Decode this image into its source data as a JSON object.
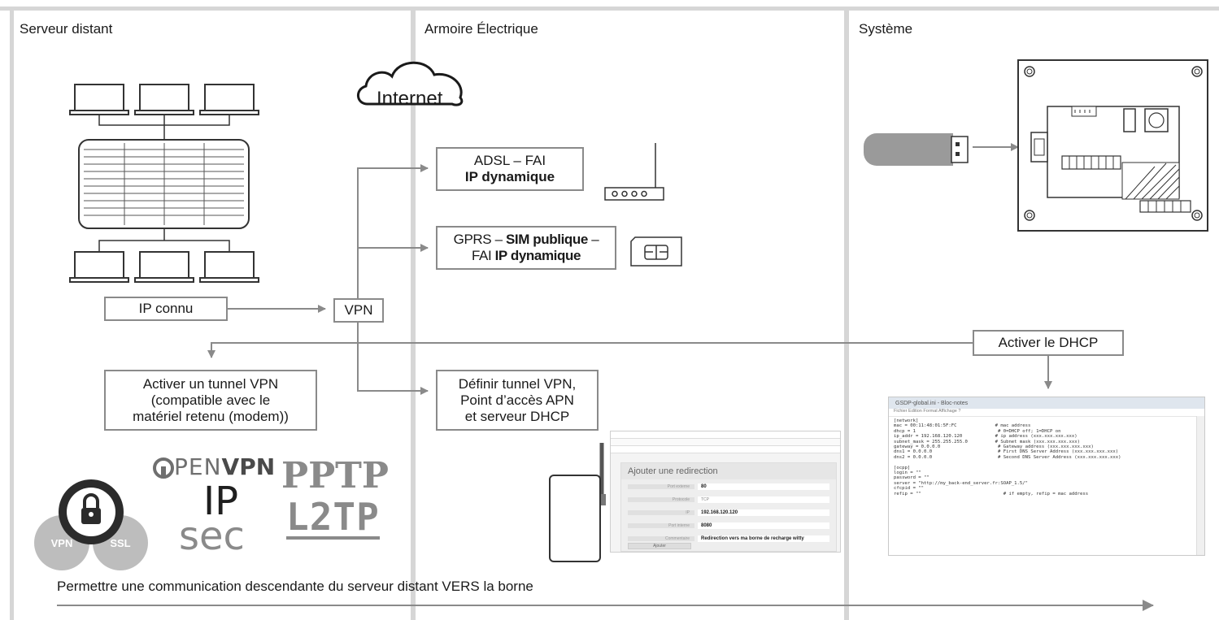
{
  "columns": {
    "left": "Serveur distant",
    "middle": "Armoire Électrique",
    "right": "Système"
  },
  "cloud_label": "Internet",
  "boxes": {
    "ip_connu": "IP connu",
    "vpn": "VPN",
    "adsl_line1": "ADSL – FAI",
    "adsl_line2": "IP dynamique",
    "gprs_a": "GPRS – ",
    "gprs_b": "SIM publique",
    "gprs_c": " –",
    "gprs_d": "FAI ",
    "gprs_e": "IP dynamique",
    "tunnel_line1": "Activer un tunnel VPN",
    "tunnel_line2": "(compatible avec le",
    "tunnel_line3": "matériel retenu (modem))",
    "define_line1": "Définir tunnel VPN,",
    "define_line2": "Point d’accès APN",
    "define_line3": "et serveur DHCP",
    "dhcp": "Activer le DHCP"
  },
  "logos": {
    "vpn": "VPN",
    "ssl": "SSL",
    "openvpn_a": "PEN",
    "openvpn_b": "VPN",
    "ip": "IP",
    "sec": "sec",
    "pptp": "PPTP",
    "l2tp": "L2TP"
  },
  "router_screen": {
    "title": "Ajouter une redirection",
    "rows": [
      {
        "label": "Port externe",
        "value": "80"
      },
      {
        "label": "Protocole",
        "value": "TCP"
      },
      {
        "label": "IP",
        "value": "192.168.120.120"
      },
      {
        "label": "Port interne",
        "value": "8080"
      },
      {
        "label": "Commentaire",
        "value": "Redirection vers ma borne de recharge witty"
      }
    ],
    "button": "Ajouter"
  },
  "notepad": {
    "title": "GSDP-global.ini - Bloc-notes",
    "menu": "Fichier   Edition   Format   Affichage   ?",
    "lines": [
      "[network]",
      "mac = 00:11:48:01:5F:FC              # mac address",
      "dhcp = 1                              # 0=DHCP off; 1=DHCP on",
      "ip_addr = 192.168.120.120            # ip address (xxx.xxx.xxx.xxx)",
      "subnet_mask = 255.255.255.0          # Subnet mask (xxx.xxx.xxx.xxx)",
      "gateway = 0.0.0.0                     # Gateway address (xxx.xxx.xxx.xxx)",
      "dns1 = 0.0.0.0                        # First DNS Server Address (xxx.xxx.xxx.xxx)",
      "dns2 = 0.0.0.0                        # Second DNS Server Address (xxx.xxx.xxx.xxx)",
      "",
      "[ocpp]",
      "login = \"\"",
      "password = \"\"",
      "server = \"http://my_back-end_server.fr:SOAP_1.5/\"",
      "cfcpid = \"\"",
      "refip = \"\"                              # if empty, refip = mac address"
    ]
  },
  "footer": "Permettre une communication descendante du serveur distant VERS la borne"
}
